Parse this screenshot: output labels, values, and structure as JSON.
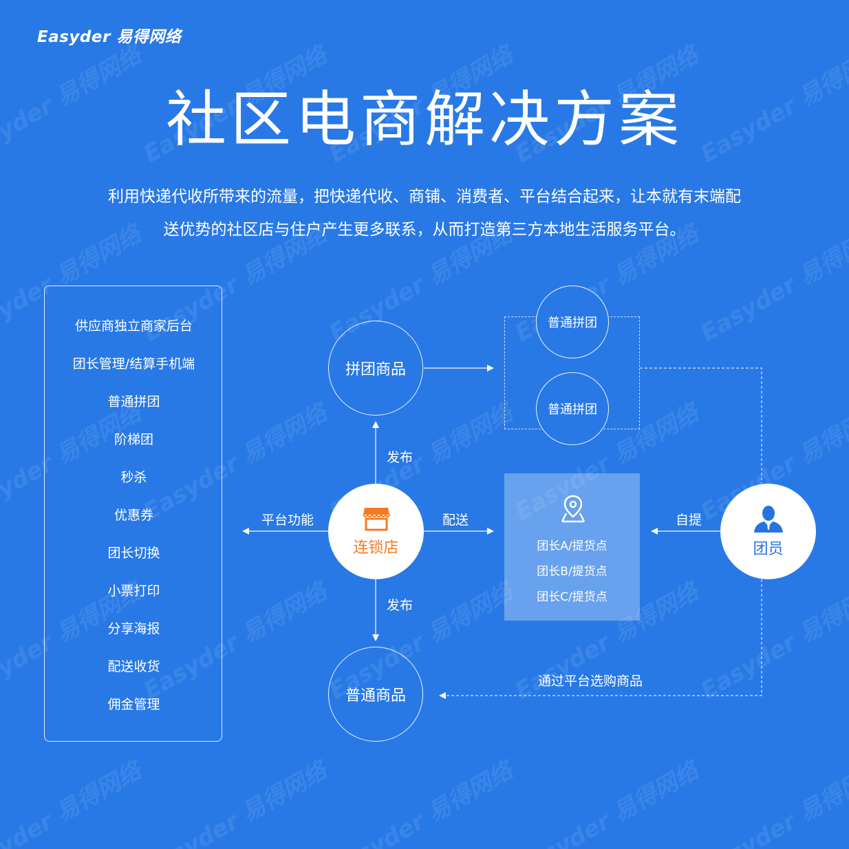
{
  "brand": {
    "logo_text": "Easyder 易得网络",
    "watermark_text": "Easyder 易得网络"
  },
  "header": {
    "title": "社区电商解决方案",
    "description_line1": "利用快递代收所带来的流量，把快递代收、商铺、消费者、平台结合起来，让本就有末端配",
    "description_line2": "送优势的社区店与住户产生更多联系，从而打造第三方本地生活服务平台。"
  },
  "features": {
    "items": [
      "供应商独立商家后台",
      "团长管理/结算手机端",
      "普通拼团",
      "阶梯团",
      "秒杀",
      "优惠券",
      "团长切换",
      "小票打印",
      "分享海报",
      "配送收货",
      "佣金管理"
    ]
  },
  "nodes": {
    "group_products": "拼团商品",
    "normal_group_1": "普通拼团",
    "normal_group_2": "普通拼团",
    "chain_store": "连锁店",
    "normal_products": "普通商品",
    "member": "团员",
    "pickup_points": [
      "团长A/提货点",
      "团长B/提货点",
      "团长C/提货点"
    ]
  },
  "edges": {
    "publish_up": "发布",
    "publish_down": "发布",
    "platform_functions": "平台功能",
    "delivery": "配送",
    "self_pickup": "自提",
    "buy_via_platform": "通过平台选购商品"
  },
  "colors": {
    "background": "#2879e6",
    "store_accent": "#f47a22",
    "member_accent": "#2673de",
    "line": "#ffffff"
  },
  "icons": {
    "store": "store-icon",
    "location": "location-pin-icon",
    "user": "user-icon"
  }
}
